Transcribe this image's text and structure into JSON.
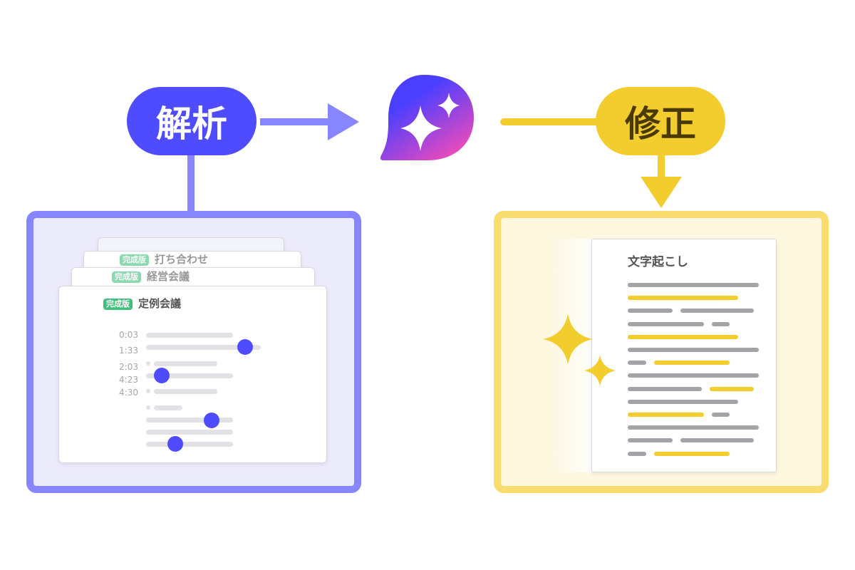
{
  "analysis_label": "解析",
  "fix_label": "修正",
  "meeting_cards": [
    {
      "badge": "完成版",
      "title": "打ち合わせ"
    },
    {
      "badge": "完成版",
      "title": "経営会議"
    },
    {
      "badge": "完成版",
      "title": "定例会議"
    }
  ],
  "timestamps": [
    "0:03",
    "1:33",
    "2:03",
    "4:23",
    "4:30"
  ],
  "transcript_title": "文字起こし",
  "colors": {
    "purple": "#4f4cff",
    "light_purple": "#8785ff",
    "yellow": "#f3cd2e",
    "green": "#3fc07a"
  }
}
